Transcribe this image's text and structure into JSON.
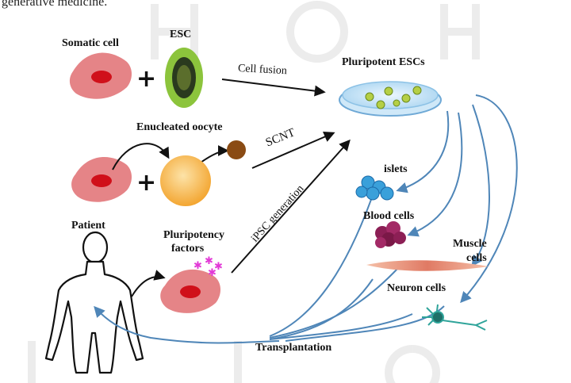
{
  "header_text": "generative medicine.",
  "labels": {
    "somatic_cell": "Somatic cell",
    "esc": "ESC",
    "cell_fusion": "Cell fusion",
    "pluripotent_escs": "Pluripotent ESCs",
    "enucleated_oocyte": "Enucleated oocyte",
    "scnt": "SCNT",
    "ipsc_generation": "iPSC generation",
    "patient": "Patient",
    "pluripotency_factors_line1": "Pluripotency",
    "pluripotency_factors_line2": "factors",
    "islets": "islets",
    "blood_cells": "Blood cells",
    "muscle_cells_line1": "Muscle",
    "muscle_cells_line2": "cells",
    "neuron_cells": "Neuron cells",
    "transplantation": "Transplantation"
  },
  "colors": {
    "flow_arrows": "#4f86b8",
    "process_arrows": "#111111",
    "somatic_cell": "#e06e72",
    "nucleus": "#d0101a",
    "esc_outer": "#8cc43c",
    "oocyte": "#f7b547",
    "islets": "#3aa0da",
    "blood_cells": "#8c1f55",
    "factors": "#e23ad6",
    "neuron": "#2fa49a"
  }
}
